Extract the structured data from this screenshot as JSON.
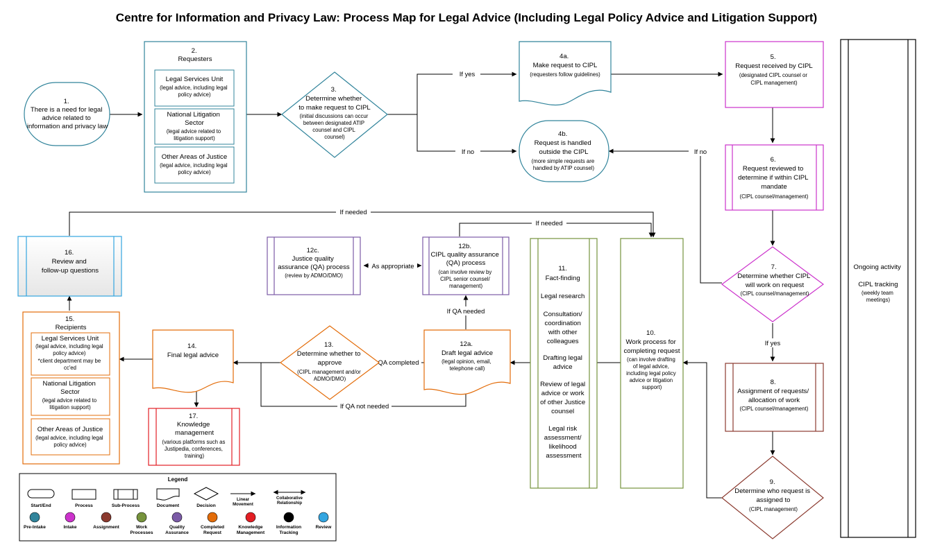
{
  "title": "Centre for Information and Privacy Law: Process Map for Legal Advice (Including Legal Policy Advice and Litigation Support)",
  "colors": {
    "pre_intake": "#31849b",
    "intake": "#cc33cc",
    "assignment": "#8b3a2f",
    "work_processes": "#76933c",
    "quality_assurance": "#7b5ba6",
    "completed_request": "#e36c09",
    "knowledge_management": "#e31e24",
    "information_tracking": "#000000",
    "review": "#33a5e0"
  },
  "nodes": {
    "n1": {
      "lines": [
        "1.",
        "There is a need for legal",
        "advice related to",
        "information and privacy law"
      ]
    },
    "n2": {
      "lines": [
        "2.",
        "Requesters"
      ],
      "sub1": {
        "title": "Legal Services Unit",
        "note": [
          "(legal advice, including legal",
          "policy advice)"
        ]
      },
      "sub2": {
        "title": [
          "National Litigation",
          "Sector"
        ],
        "note": [
          "(legal advice related to",
          "litigation support)"
        ]
      },
      "sub3": {
        "title": "Other Areas of Justice",
        "note": [
          "(legal advice, including legal",
          "policy advice)"
        ]
      }
    },
    "n3": {
      "lines": [
        "3.",
        "Determine whether",
        "to make request to CIPL"
      ],
      "note": [
        "(initial discussions can occur",
        "between designated ATIP",
        "counsel and CIPL",
        "counsel)"
      ]
    },
    "n4a": {
      "lines": [
        "4a.",
        "Make request to CIPL"
      ],
      "note": [
        "(requesters follow guidelines)"
      ]
    },
    "n4b": {
      "lines": [
        "4b.",
        "Request is handled",
        "outside the CIPL"
      ],
      "note": [
        "(more simple requests are",
        "handled by ATIP counsel)"
      ]
    },
    "n5": {
      "lines": [
        "5.",
        "Request received by CIPL"
      ],
      "note": [
        "(designated CIPL counsel or",
        "CIPL management)"
      ]
    },
    "n6": {
      "lines": [
        "6.",
        "Request reviewed to",
        "determine if within CIPL",
        "mandate"
      ],
      "note": [
        "(CIPL counsel/management)"
      ]
    },
    "n7": {
      "lines": [
        "7.",
        "Determine whether CIPL",
        "will work on request"
      ],
      "note": [
        "(CIPL counsel/management)"
      ]
    },
    "n8": {
      "lines": [
        "8.",
        "Assignment of requests/",
        "allocation of work"
      ],
      "note": [
        "(CIPL counsel/management)"
      ]
    },
    "n9": {
      "lines": [
        "9.",
        "Determine who request is",
        "assigned to"
      ],
      "note": [
        "(CIPL management)"
      ]
    },
    "n10": {
      "lines": [
        "10.",
        "Work process for",
        "completing request"
      ],
      "note": [
        "(can involve drafting",
        "of legal advice,",
        "including legal policy",
        "advice or litigation",
        "support)"
      ]
    },
    "n11": {
      "lines": [
        "11.",
        "Fact-finding",
        "",
        "Legal research",
        "",
        "Consultation/",
        "coordination",
        "with other",
        "colleagues",
        "",
        "Drafting legal",
        "advice",
        "",
        "Review of legal",
        "advice or work",
        "of other Justice",
        "counsel",
        "",
        "Legal risk",
        "assessment/",
        "likelihood",
        "assessment"
      ]
    },
    "n12a": {
      "lines": [
        "12a.",
        "Draft legal advice"
      ],
      "note": [
        "(legal opinion, email,",
        "telephone call)"
      ]
    },
    "n12b": {
      "lines": [
        "12b.",
        "CIPL quality assurance",
        "(QA) process"
      ],
      "note": [
        "(can involve review by",
        "CIPL senior counsel/",
        "management)"
      ]
    },
    "n12c": {
      "lines": [
        "12c.",
        "Justice quality",
        "assurance (QA) process"
      ],
      "note": [
        "(review by ADMO/DMO)"
      ]
    },
    "n13": {
      "lines": [
        "13.",
        "Determine whether to",
        "approve"
      ],
      "note": [
        "(CIPL management and/or",
        "ADMO/DMO)"
      ]
    },
    "n14": {
      "lines": [
        "14.",
        "Final legal advice"
      ]
    },
    "n15": {
      "lines": [
        "15.",
        "Recipients"
      ],
      "sub1": {
        "title": "Legal Services Unit",
        "note": [
          "(legal advice, including legal",
          "policy advice)",
          "*client department may be",
          "cc'ed"
        ]
      },
      "sub2": {
        "title": [
          "National Litigation",
          "Sector"
        ],
        "note": [
          "(legal advice related to",
          "litigation support)"
        ]
      },
      "sub3": {
        "title": "Other Areas of Justice",
        "note": [
          "(legal advice, including legal",
          "policy advice)"
        ]
      }
    },
    "n16": {
      "lines": [
        "16.",
        "Review and",
        "follow-up questions"
      ]
    },
    "n17": {
      "lines": [
        "17.",
        "Knowledge",
        "management"
      ],
      "note": [
        "(various platforms such as",
        "Justipedia, conferences,",
        "training)"
      ]
    },
    "ongoing": {
      "lines": [
        "Ongoing activity",
        "",
        "CIPL tracking"
      ],
      "note": [
        "(weekly team",
        "meetings)"
      ]
    }
  },
  "edge_labels": {
    "if_yes_4a": "If yes",
    "if_no_4b": "If no",
    "if_no_7": "If no",
    "if_yes_7": "If yes",
    "if_needed_16": "If needed",
    "if_needed_12b": "If needed",
    "as_appropriate": "As appropriate",
    "if_qa_needed": "If QA needed",
    "qa_completed": "QA completed",
    "if_qa_not_needed": "If QA not needed"
  },
  "legend": {
    "title": "Legend",
    "shapes": [
      "Start/End",
      "Process",
      "Sub-Process",
      "Document",
      "Decision",
      "Linear Movement",
      "Collaborative Relationship"
    ],
    "phases": [
      {
        "label": "Pre-Intake",
        "color": "#31849b"
      },
      {
        "label": "Intake",
        "color": "#cc33cc"
      },
      {
        "label": "Assignment",
        "color": "#8b3a2f"
      },
      {
        "label": "Work Processes",
        "color": "#76933c"
      },
      {
        "label": "Quality Assurance",
        "color": "#7b5ba6"
      },
      {
        "label": "Completed Request",
        "color": "#e36c09"
      },
      {
        "label": "Knowledge Management",
        "color": "#e31e24"
      },
      {
        "label": "Information Tracking",
        "color": "#000000"
      },
      {
        "label": "Review",
        "color": "#33a5e0"
      }
    ]
  }
}
